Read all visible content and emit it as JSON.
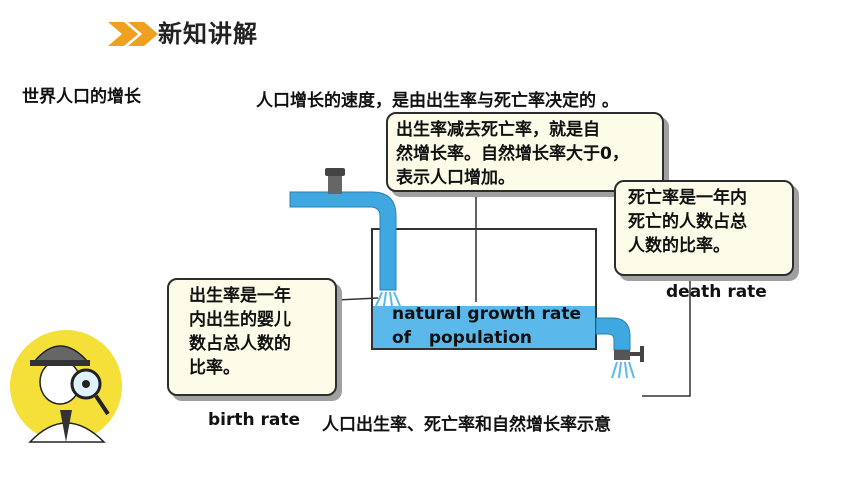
{
  "header": {
    "title": "新知讲解",
    "icon": "double-chevron-icon",
    "icon_color": "#f0a020"
  },
  "section_title": "世界人口的增长",
  "intro_text": "人口增长的速度，是由出生率与死亡率决定的 。",
  "callouts": {
    "natural": [
      "出生率减去死亡率，就是自",
      "然增长率。自然增长率大于0，",
      "表示人口增加。"
    ],
    "death": [
      "死亡率是一年内",
      "死亡的人数占总",
      "人数的比率。"
    ],
    "birth": [
      "出生率是一年",
      "内出生的婴儿",
      "数占总人数的",
      "比率。"
    ]
  },
  "labels": {
    "natural_growth": [
      "natural growth rate",
      "of   population"
    ],
    "death_rate": "death rate",
    "birth_rate": "birth rate"
  },
  "caption": "人口出生率、死亡率和自然增长率示意",
  "colors": {
    "water": "#5ab8ea",
    "pipe": "#3fa8e0",
    "line": "#333333",
    "callout_bg": "#fcfce8",
    "mascot_bg": "#f5e03a"
  }
}
